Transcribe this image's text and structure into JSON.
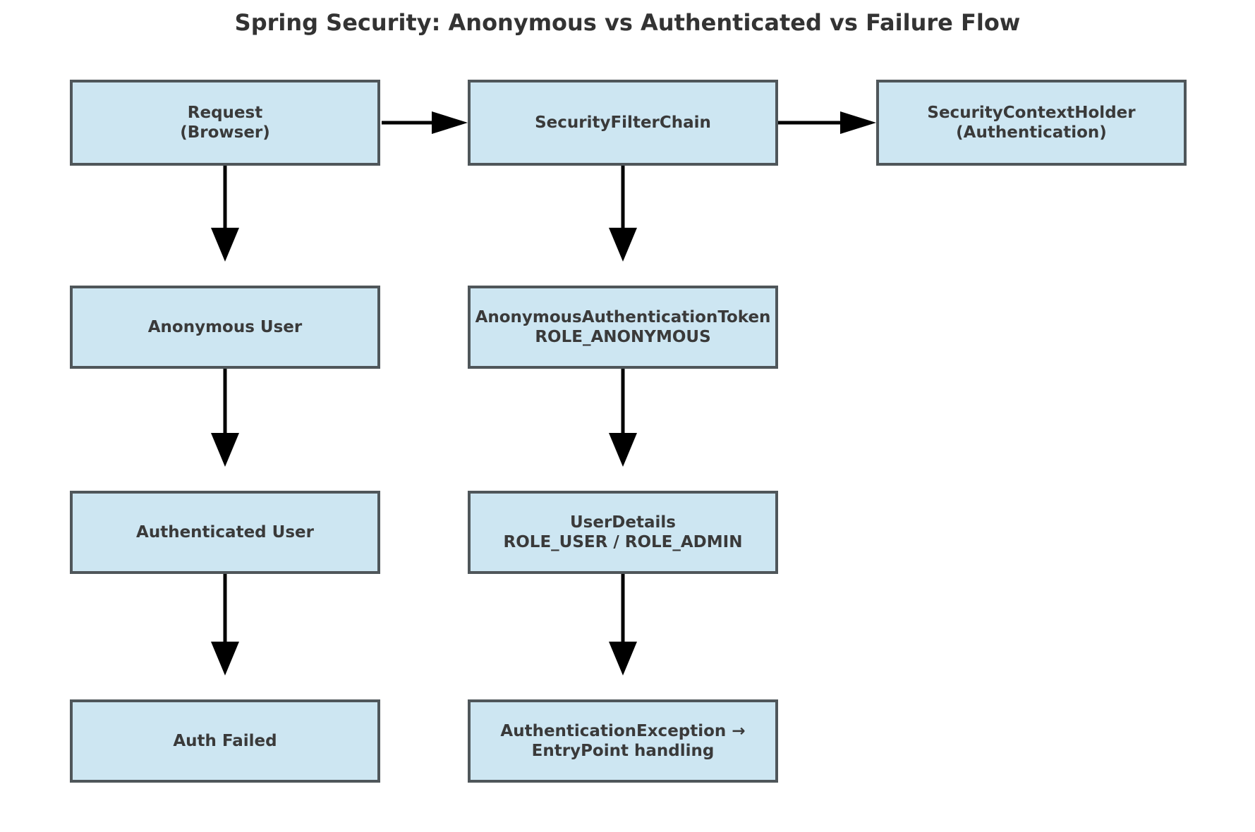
{
  "title": "Spring Security: Anonymous vs Authenticated vs Failure Flow",
  "colors": {
    "background": "#ffffff",
    "box_fill": "#cde6f2",
    "box_border": "#4f565a",
    "box_text": "#3a3a3a",
    "title_text": "#333333",
    "arrow": "#000000"
  },
  "nodes": {
    "request": {
      "line1": "Request",
      "line2": "(Browser)"
    },
    "filter_chain": {
      "line1": "SecurityFilterChain",
      "line2": ""
    },
    "context_holder": {
      "line1": "SecurityContextHolder",
      "line2": "(Authentication)"
    },
    "anonymous_user": {
      "line1": "Anonymous User",
      "line2": ""
    },
    "anon_token": {
      "line1": "AnonymousAuthenticationToken",
      "line2": "ROLE_ANONYMOUS"
    },
    "authenticated_user": {
      "line1": "Authenticated User",
      "line2": ""
    },
    "user_details": {
      "line1": "UserDetails",
      "line2": "ROLE_USER / ROLE_ADMIN"
    },
    "auth_failed": {
      "line1": "Auth Failed",
      "line2": ""
    },
    "auth_exception": {
      "line1": "AuthenticationException →",
      "line2": "EntryPoint handling"
    }
  },
  "edges": [
    {
      "from": "request",
      "to": "filter_chain"
    },
    {
      "from": "filter_chain",
      "to": "context_holder"
    },
    {
      "from": "request",
      "to": "anonymous_user"
    },
    {
      "from": "anonymous_user",
      "to": "authenticated_user"
    },
    {
      "from": "authenticated_user",
      "to": "auth_failed"
    },
    {
      "from": "filter_chain",
      "to": "anon_token"
    },
    {
      "from": "anon_token",
      "to": "user_details"
    },
    {
      "from": "user_details",
      "to": "auth_exception"
    }
  ]
}
